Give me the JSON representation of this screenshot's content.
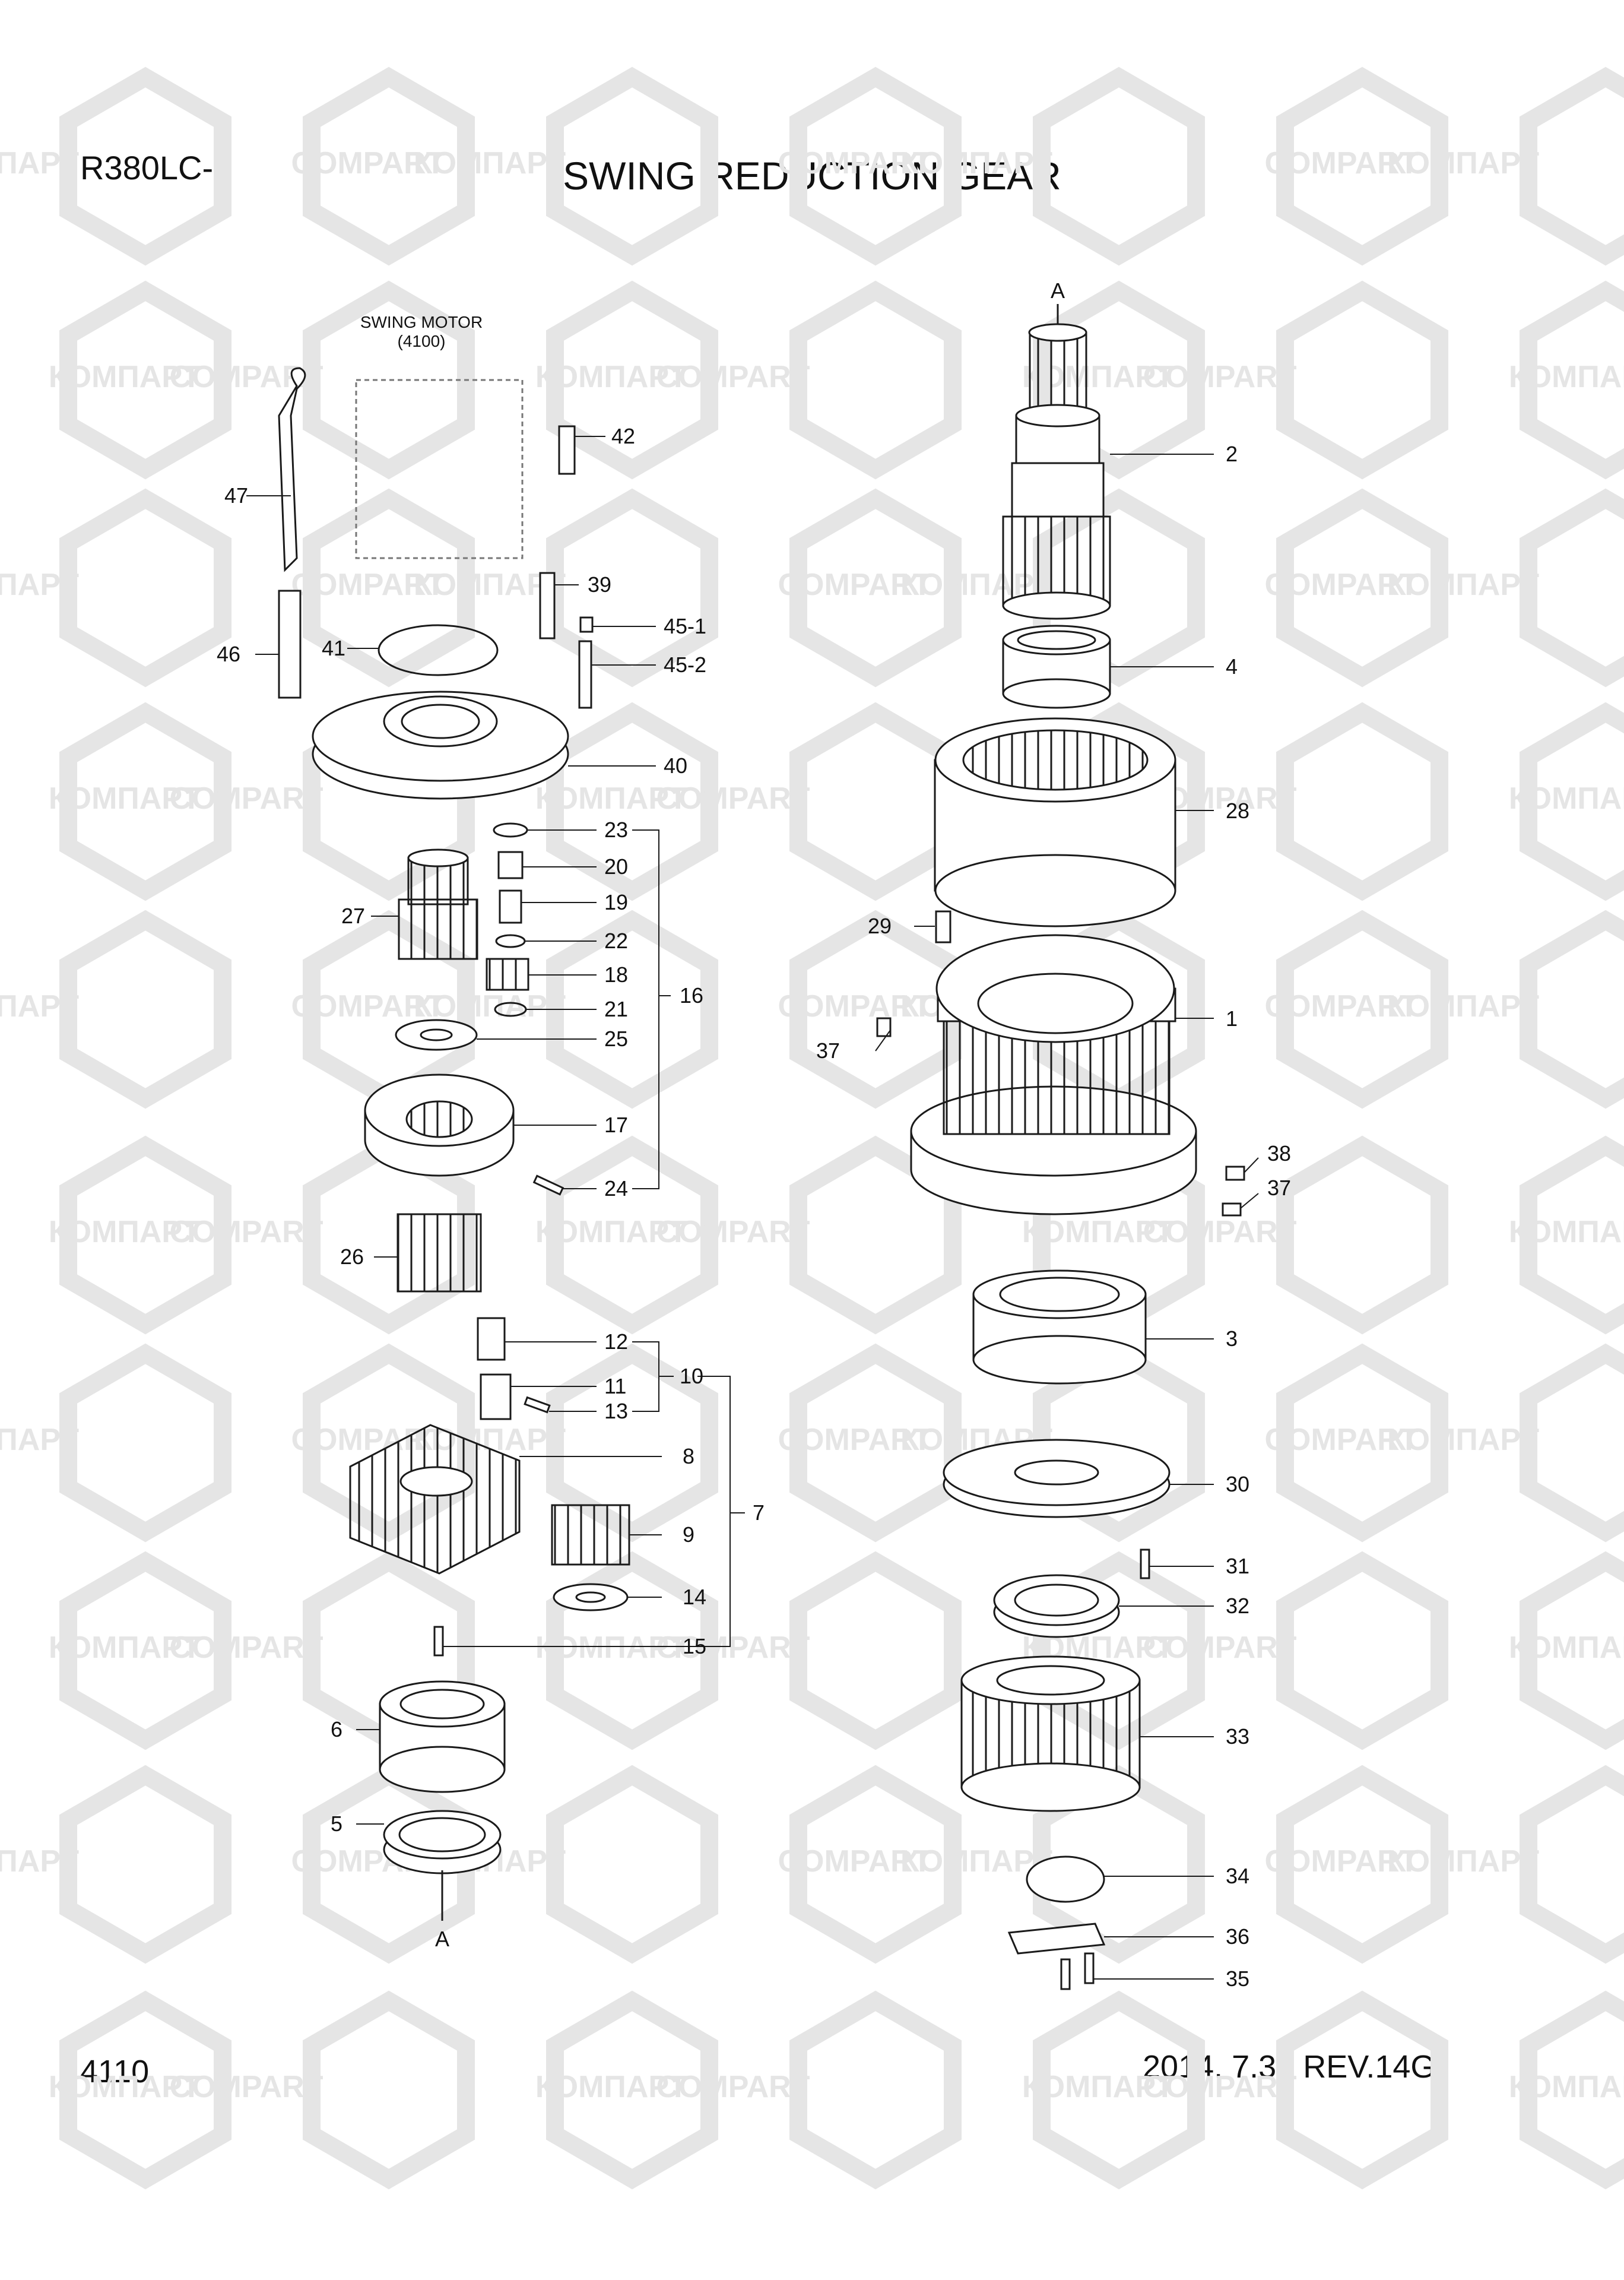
{
  "header": {
    "model": "R380LC-9",
    "title": "SWING REDUCTION GEAR"
  },
  "footer": {
    "page_number": "4110",
    "revision": "2014. 7.31  REV.14G"
  },
  "motor": {
    "label_line1": "SWING MOTOR",
    "label_line2": "(4100)"
  },
  "section_markers": {
    "top": "A",
    "bottom": "A"
  },
  "watermark": {
    "text_ru": "КОМПАРТ",
    "text_en": "COMPART",
    "color": "#e5e5e5"
  },
  "colors": {
    "line": "#1a1a1a",
    "paper": "#ffffff"
  },
  "callouts": [
    "2",
    "4",
    "28",
    "29",
    "1",
    "37",
    "38",
    "37",
    "3",
    "30",
    "31",
    "32",
    "33",
    "34",
    "36",
    "35",
    "42",
    "47",
    "39",
    "45-1",
    "46",
    "41",
    "45-2",
    "40",
    "23",
    "20",
    "19",
    "27",
    "22",
    "18",
    "21",
    "16",
    "25",
    "17",
    "24",
    "26",
    "12",
    "11",
    "13",
    "10",
    "8",
    "9",
    "7",
    "14",
    "15",
    "6",
    "5"
  ]
}
